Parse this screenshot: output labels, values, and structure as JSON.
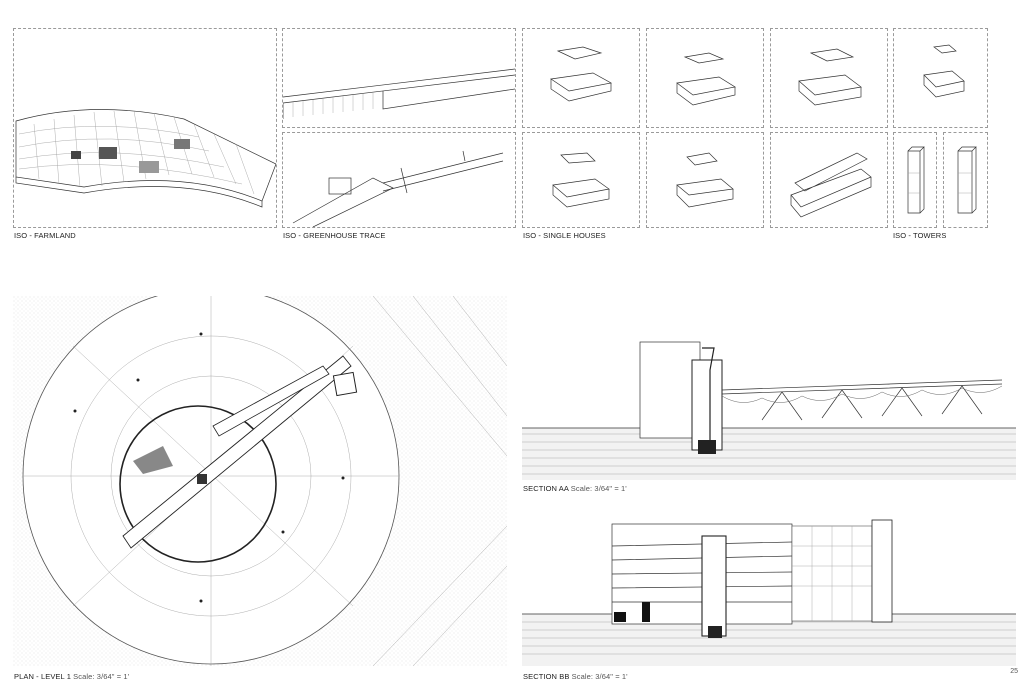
{
  "captions": {
    "farmland": "ISO - FARMLAND",
    "greenhouse": "ISO - GREENHOUSE TRACE",
    "houses": "ISO - SINGLE HOUSES",
    "towers": "ISO - TOWERS",
    "plan": "PLAN - LEVEL 1",
    "plan_scale": "Scale: 3/64\" = 1'",
    "section_aa": "SECTION AA",
    "section_aa_scale": "Scale: 3/64\" = 1'",
    "section_bb": "SECTION BB",
    "section_bb_scale": "Scale: 3/64\" = 1'"
  },
  "page_number": "25"
}
